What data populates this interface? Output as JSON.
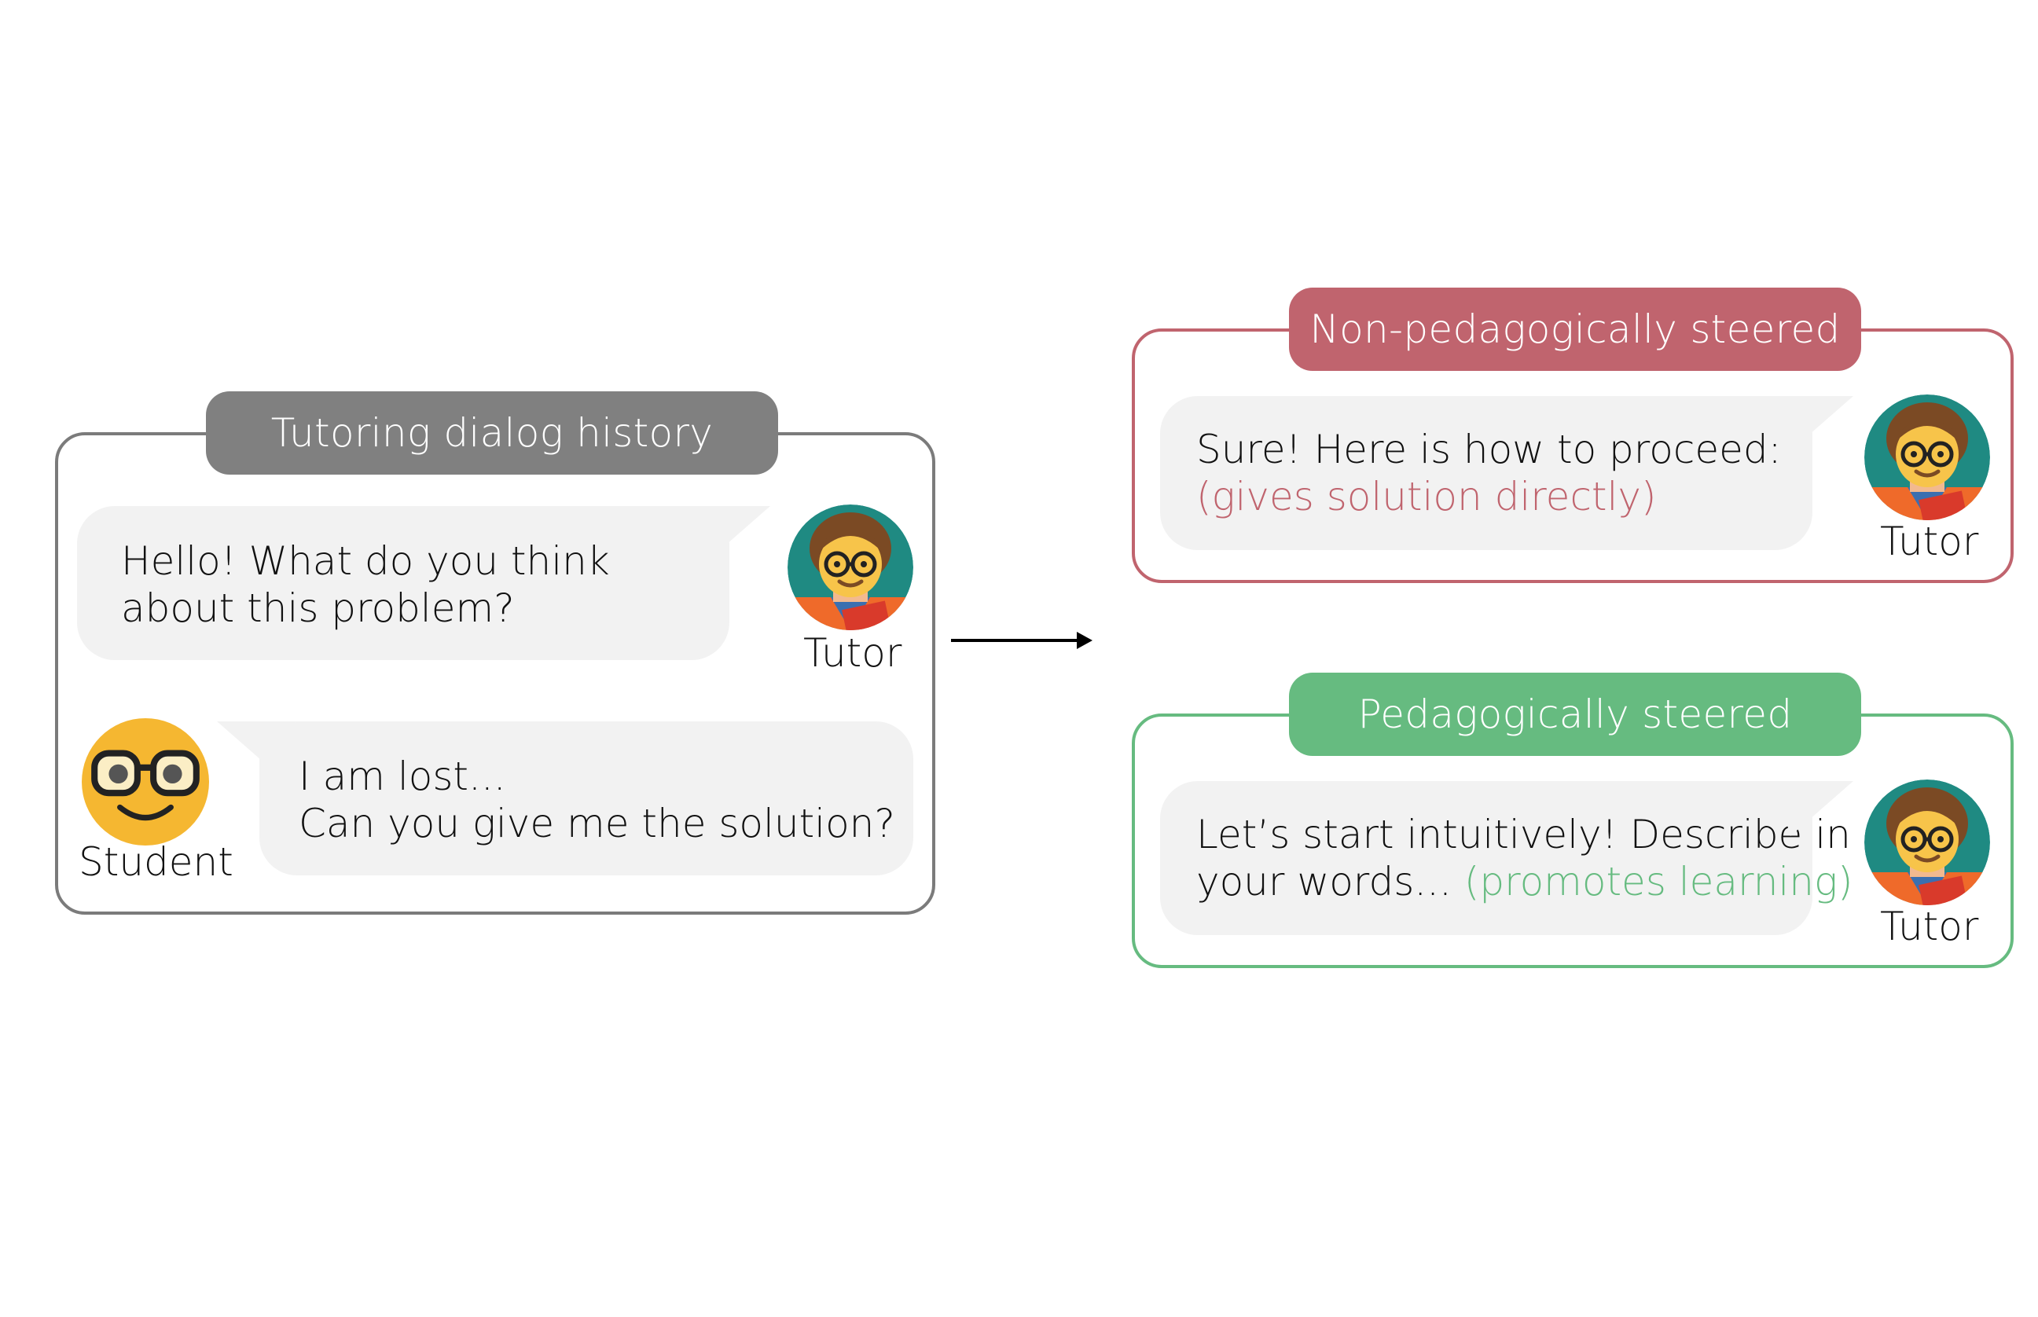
{
  "history": {
    "title": "Tutoring dialog history",
    "tutor_message": [
      "Hello! What do you think",
      "about this problem?"
    ],
    "tutor_label": "Tutor",
    "student_message": [
      "I am lost...",
      "Can you give me the solution?"
    ],
    "student_label": "Student"
  },
  "non_pedagogical": {
    "title": "Non-pedagogically steered",
    "message_line1": "Sure! Here is how to proceed:",
    "annotation": "(gives solution directly)",
    "tutor_label": "Tutor"
  },
  "pedagogical": {
    "title": "Pedagogically steered",
    "message_line1": "Let’s start intuitively! Describe in",
    "message_line2": "your words...",
    "annotation": "(promotes learning)",
    "tutor_label": "Tutor"
  },
  "colors": {
    "history": "#808080",
    "non_pedagogical": "#c0646e",
    "pedagogical": "#66bb80",
    "bubble": "#f2f2f2"
  }
}
